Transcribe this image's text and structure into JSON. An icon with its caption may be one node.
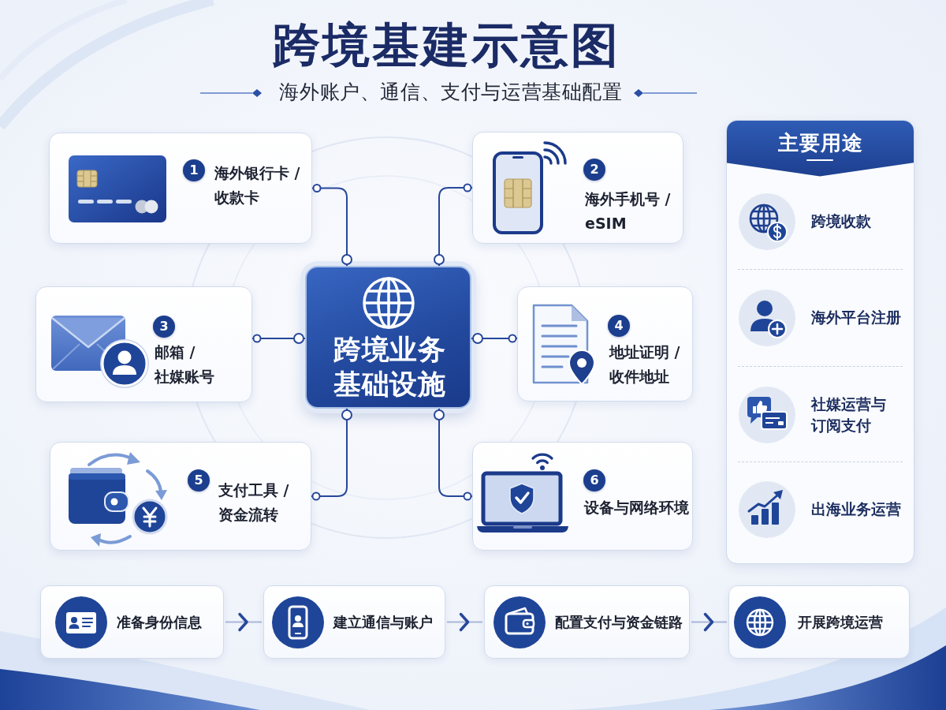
{
  "diagram": {
    "title": "跨境基建示意图",
    "nodes": [
      {
        "text": [
          "1",
          "海外银行卡 / 收款卡"
        ]
      },
      {
        "text": [
          "2",
          "海外手机号 / eSIM"
        ]
      },
      {
        "text": [
          "3",
          "邮箱 / 社媒账号"
        ]
      },
      {
        "text": [
          "跨境业务基础设施"
        ]
      },
      {
        "text": [
          "4",
          "地址证明 / 收件地址"
        ]
      },
      {
        "text": [
          "5",
          "支付工具 / 资金流转"
        ]
      },
      {
        "text": [
          "6",
          "设备与网络环境"
        ]
      },
      {
        "text": [
          "主要用途",
          "跨境收款",
          "海外平台注册",
          "社媒运营与订阅支付",
          "出海业务运营"
        ]
      },
      {
        "text": [
          "准备身份信息"
        ]
      },
      {
        "text": [
          "建立通信与账户"
        ]
      },
      {
        "text": [
          "配置支付与资金链路"
        ]
      },
      {
        "text": [
          "开展跨境运营"
        ]
      }
    ],
    "edges": [
      {
        "from": 3,
        "to": 0,
        "arrow": "other"
      },
      {
        "from": 3,
        "to": 1,
        "arrow": "other"
      },
      {
        "from": 3,
        "to": 2,
        "arrow": "other"
      },
      {
        "from": 3,
        "to": 4,
        "arrow": "other"
      },
      {
        "from": 3,
        "to": 5,
        "arrow": "other"
      },
      {
        "from": 3,
        "to": 6,
        "arrow": "other"
      },
      {
        "from": 8,
        "to": 9,
        "arrow": "to"
      },
      {
        "from": 9,
        "to": 10,
        "arrow": "to"
      },
      {
        "from": 10,
        "to": 11,
        "arrow": "to"
      }
    ],
    "labels": [
      "海外账户、通信、支付与运营基础配置"
    ]
  }
}
